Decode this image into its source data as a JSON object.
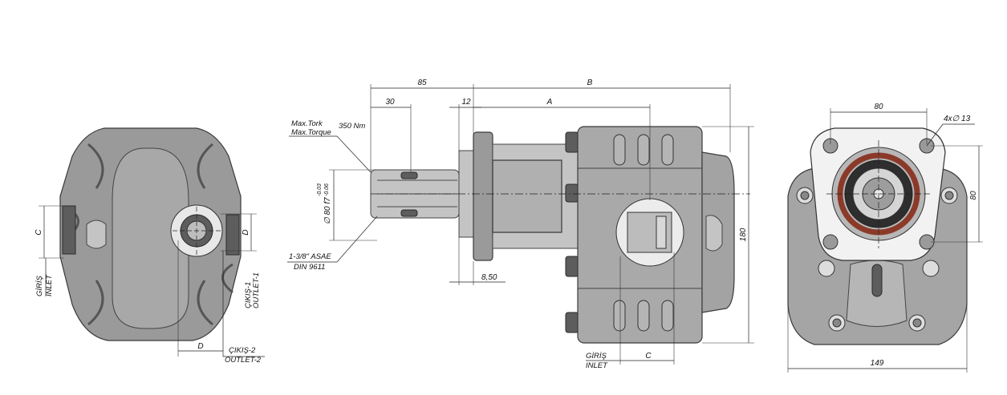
{
  "dimensions": {
    "d85": "85",
    "dB": "B",
    "d30": "30",
    "d12": "12",
    "dA": "A",
    "d180": "180",
    "d8_50": "8,50",
    "d80_top": "80",
    "d80_side": "80",
    "d149": "149",
    "holes": "4x∅ 13",
    "dC_left": "C",
    "dD_left": "D",
    "dD_bottom": "D",
    "dC_bottom": "C",
    "shaft_dia": "∅ 80 f7",
    "tol_upper": "-0.03",
    "tol_lower": "-0.06"
  },
  "labels": {
    "max_tork": "Max.Tork",
    "max_torque": "Max.Torque",
    "torque_value": "350 Nm",
    "asae": "1-3/8\" ASAE",
    "din": "DIN 9611",
    "giris_left": "GİRİŞ",
    "inlet_left": "INLET",
    "cikis1": "ÇIKIŞ-1",
    "outlet1": "OUTLET-1",
    "cikis2": "ÇIKIŞ-2",
    "outlet2": "OUTLET-2",
    "giris_bottom": "GİRİŞ",
    "inlet_bottom": "INLET"
  },
  "colors": {
    "casting": "#9a9a9a",
    "casting_light": "#c4c4c4",
    "casting_dark": "#5d5d5d",
    "bearing_red": "#8b3a2a",
    "line": "#222222"
  }
}
